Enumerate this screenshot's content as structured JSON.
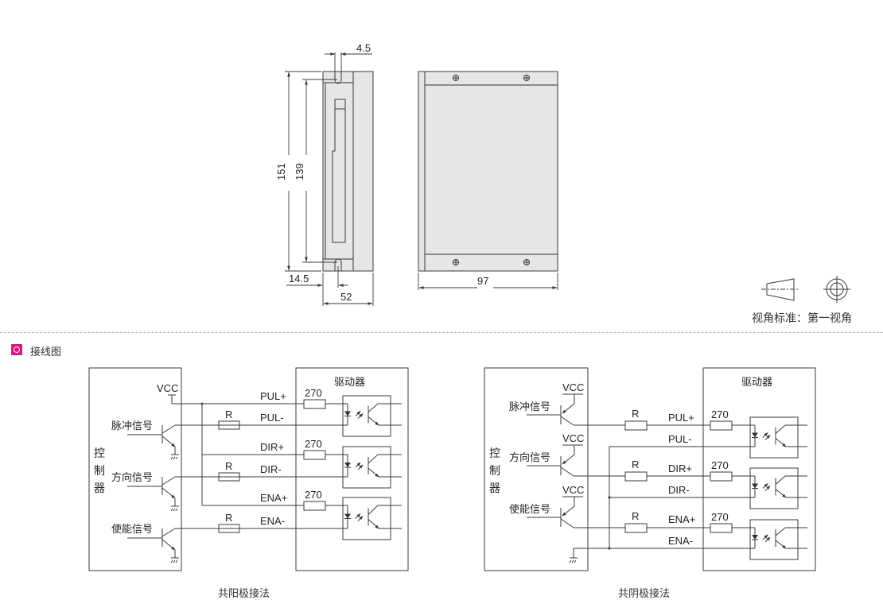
{
  "dimensions": {
    "slot_width": "4.5",
    "total_height": "151",
    "hole_pitch": "139",
    "hole_offset": "14.5",
    "side_width": "52",
    "front_width": "97"
  },
  "projection": {
    "label": "视角标准：第一视角"
  },
  "section": {
    "title": "接线图",
    "accent_color": "#e4137f"
  },
  "common_anode": {
    "caption": "共阳极接法",
    "controller_label": [
      "控",
      "制",
      "器"
    ],
    "driver_label": "驱动器",
    "vcc": "VCC",
    "signals": [
      "脉冲信号",
      "方向信号",
      "使能信号"
    ],
    "resistor": "R",
    "driver_resistor": "270",
    "terminals": [
      "PUL+",
      "PUL-",
      "DIR+",
      "DIR-",
      "ENA+",
      "ENA-"
    ]
  },
  "common_cathode": {
    "caption": "共阴极接法",
    "controller_label": [
      "控",
      "制",
      "器"
    ],
    "driver_label": "驱动器",
    "vcc": "VCC",
    "signals": [
      "脉冲信号",
      "方向信号",
      "使能信号"
    ],
    "resistor": "R",
    "driver_resistor": "270",
    "terminals": [
      "PUL+",
      "PUL-",
      "DIR+",
      "DIR-",
      "ENA+",
      "ENA-"
    ]
  }
}
